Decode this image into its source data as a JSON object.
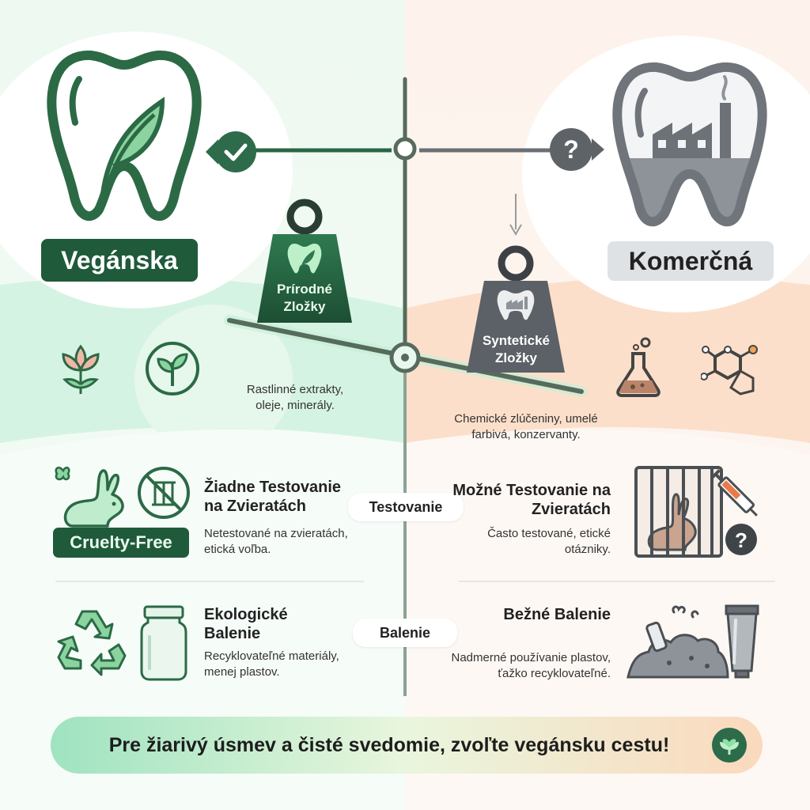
{
  "left": {
    "title": "Vegánska",
    "weight_label": "Prírodné Zložky",
    "ingredients_desc": "Rastlinné extrakty, oleje, minerály.",
    "testing_heading": "Žiadne Testovanie na Zvieratách",
    "testing_desc": "Netestované na zvieratách, etická voľba.",
    "cruelty_badge": "Cruelty-Free",
    "packaging_heading": "Ekologické Balenie",
    "packaging_desc": "Recyklovateľné materiály, menej plastov."
  },
  "right": {
    "title": "Komerčná",
    "weight_label": "Syntetické Zložky",
    "ingredients_desc": "Chemické zlúčeniny, umelé farbivá, konzervanty.",
    "testing_heading": "Možné Testovanie na Zvieratách",
    "testing_desc": "Často testované, etické otázniky.",
    "packaging_heading": "Bežné Balenie",
    "packaging_desc": "Nadmerné používanie plastov, ťažko recyklovateľné."
  },
  "center": {
    "testing_tag": "Testovanie",
    "packaging_tag": "Balenie"
  },
  "footer": {
    "text": "Pre žiarivý úsmev a čisté svedomie, zvoľte vegánsku cestu!"
  },
  "colors": {
    "green_dark": "#1f5a3a",
    "green_mid": "#3f8f5e",
    "green_light": "#e3f5e8",
    "peach_light": "#fbe8da",
    "gray_dark": "#5b6166",
    "gray_light": "#dcdfe2"
  }
}
